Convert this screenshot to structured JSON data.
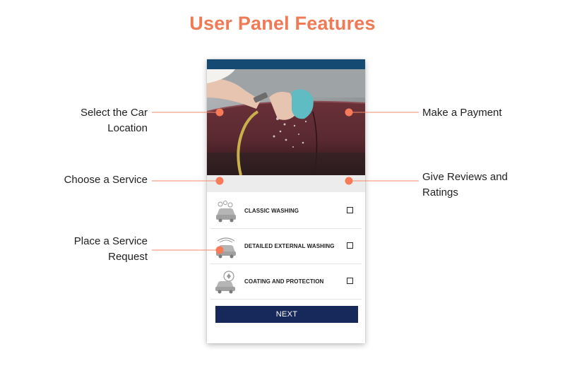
{
  "title": "User Panel Features",
  "accent_color": "#f07a55",
  "header_color": "#154a72",
  "button_color": "#17295a",
  "callouts": {
    "select_car_location": [
      "Select the Car",
      "Location"
    ],
    "choose_service": [
      "Choose a Service"
    ],
    "place_request": [
      "Place a Service",
      "Request"
    ],
    "make_payment": [
      "Make a Payment"
    ],
    "give_reviews": [
      "Give Reviews and",
      "Ratings"
    ]
  },
  "services": [
    {
      "label": "CLASSIC WASHING",
      "icon": "car-wash-icon",
      "checked": false
    },
    {
      "label": "DETAILED EXTERNAL WASHING",
      "icon": "car-detailing-icon",
      "checked": false
    },
    {
      "label": "COATING AND PROTECTION",
      "icon": "car-protection-icon",
      "checked": false
    }
  ],
  "next_label": "NEXT"
}
